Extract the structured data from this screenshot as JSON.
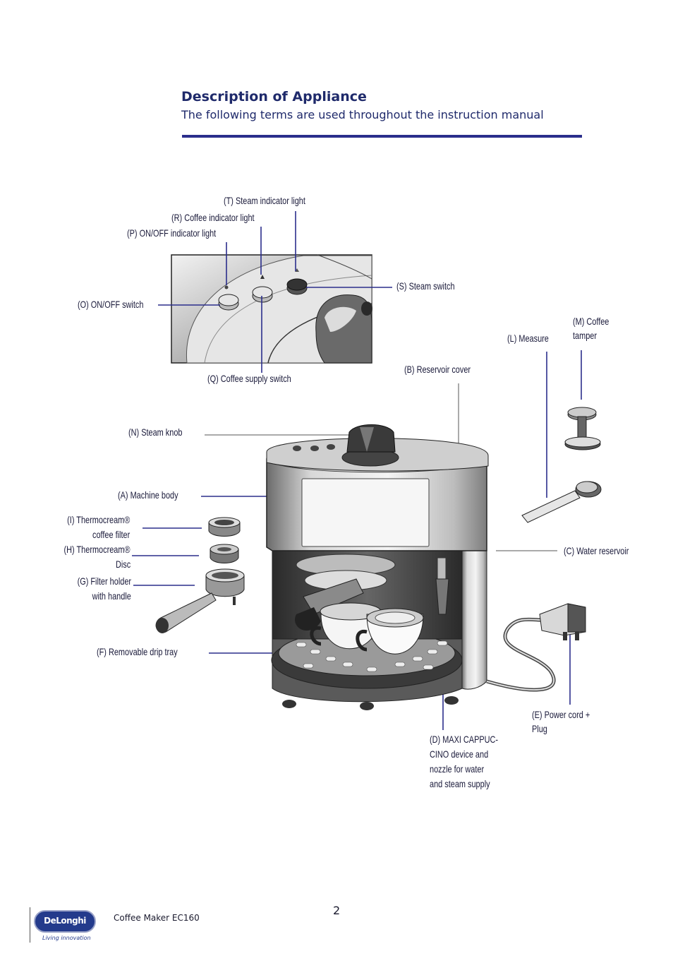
{
  "header": {
    "title": "Description of Appliance",
    "subtitle": "The following terms are used throughout the instruction manual"
  },
  "labels": {
    "T": "(T) Steam indicator light",
    "R": "(R) Coffee indicator light",
    "P": "(P) ON/OFF indicator light",
    "O": "(O) ON/OFF switch",
    "S": "(S) Steam switch",
    "Q": "(Q) Coffee supply switch",
    "B": "(B) Reservoir cover",
    "L": "(L) Measure",
    "M_line1": "(M) Coffee",
    "M_line2": "tamper",
    "N": "(N) Steam knob",
    "A": "(A) Machine body",
    "I_line1": "(I) Thermocream®",
    "I_line2": "coffee filter",
    "H_line1": "(H) Thermocream®",
    "H_line2": "Disc",
    "G_line1": "(G) Filter holder",
    "G_line2": "with handle",
    "C": "(C) Water reservoir",
    "F": "(F) Removable drip tray",
    "E_line1": "(E) Power cord +",
    "E_line2": "Plug",
    "D_line1": "(D) MAXI CAPPUC-",
    "D_line2": "CINO device and",
    "D_line3": "nozzle for water",
    "D_line4": "and steam supply"
  },
  "footer": {
    "page_number": "2",
    "product": "Coffee Maker EC160",
    "logo_text": "DeLonghi",
    "logo_tagline": "Living innovation"
  },
  "colors": {
    "accent": "#2b2e8c",
    "title": "#1f2a6b"
  }
}
